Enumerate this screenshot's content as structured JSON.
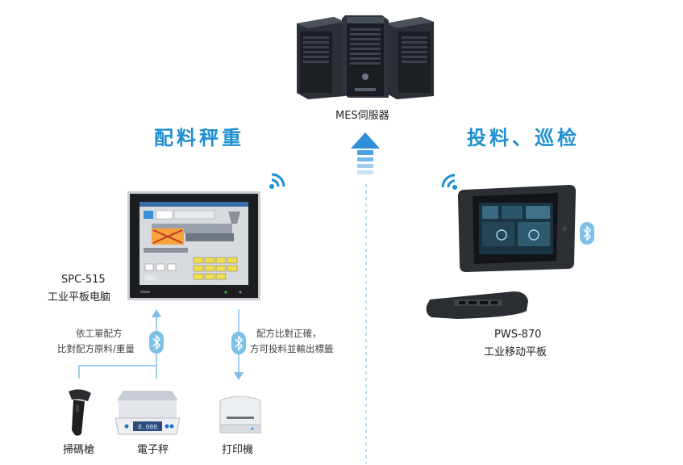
{
  "server": {
    "label": "MES伺服器"
  },
  "left_section": {
    "title": "配料秤重"
  },
  "right_section": {
    "title": "投料、巡检"
  },
  "spc": {
    "model": "SPC-515",
    "desc": "工业平板电脑"
  },
  "pws": {
    "model": "PWS-870",
    "desc": "工业移动平板"
  },
  "flow_left": {
    "line1": "依工單配方",
    "line2": "比對配方原料/重量"
  },
  "flow_right": {
    "line1": "配方比對正確，",
    "line2": "方可投料並輸出標籤"
  },
  "devices": {
    "scanner": "掃碼槍",
    "scale": "電子秤",
    "scale_display": "0.000",
    "printer": "打印機"
  },
  "colors": {
    "accent": "#1e8fd0",
    "arrow": "#7cc0e8",
    "line": "#9fcfee"
  },
  "icons": [
    "server-icon",
    "wifi-icon",
    "bluetooth-icon",
    "upload-arrow-icon"
  ]
}
